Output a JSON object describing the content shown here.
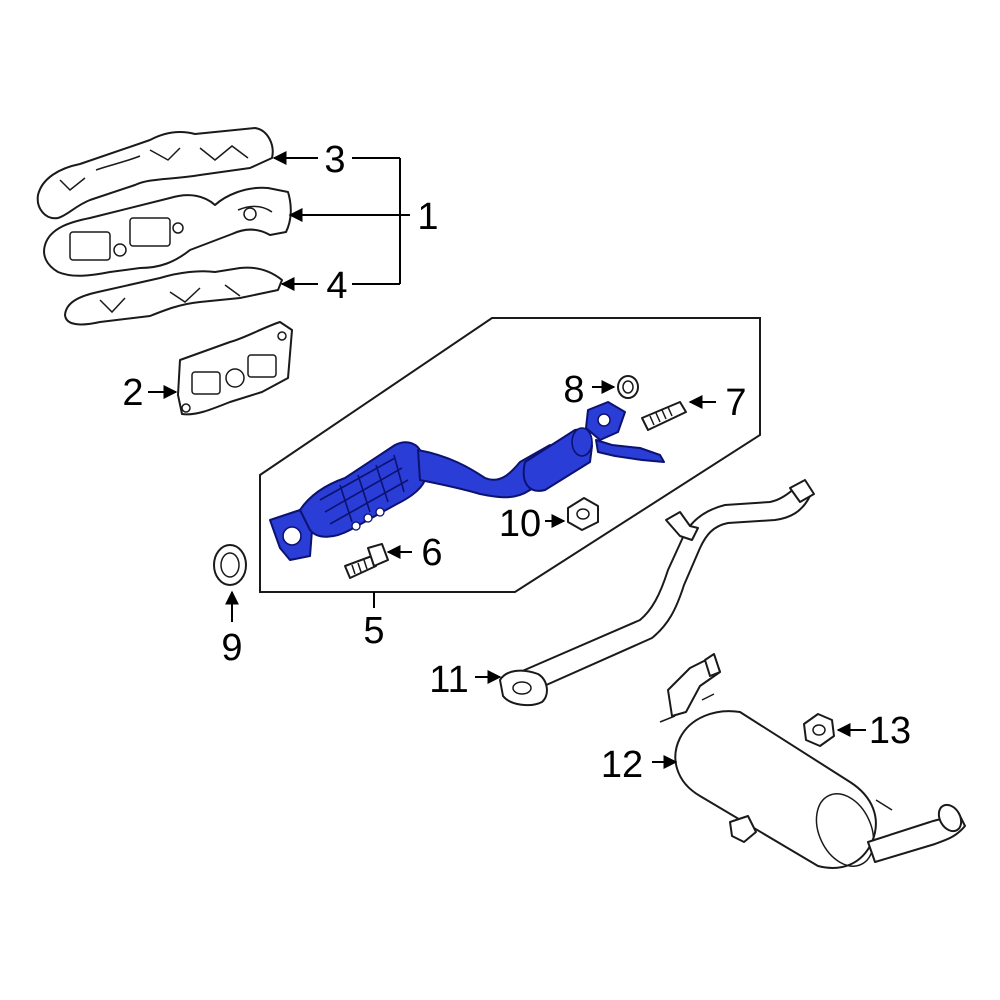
{
  "callouts": {
    "c1": "1",
    "c2": "2",
    "c3": "3",
    "c4": "4",
    "c5": "5",
    "c6": "6",
    "c7": "7",
    "c8": "8",
    "c9": "9",
    "c10": "10",
    "c11": "11",
    "c12": "12",
    "c13": "13"
  },
  "colors": {
    "highlight": "#2a3dd6",
    "line": "#1a1a1a",
    "background": "#ffffff"
  }
}
